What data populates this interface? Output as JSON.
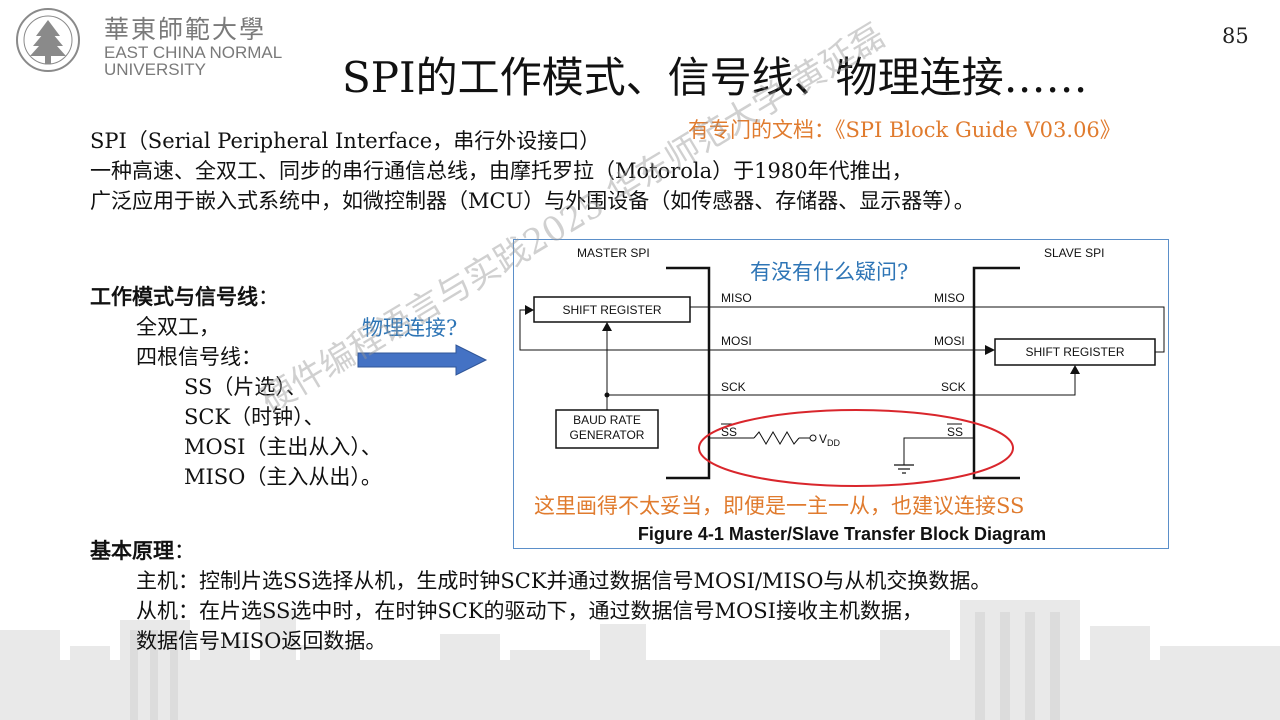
{
  "header": {
    "logo_cn": "華東師範大學",
    "logo_en_line1": "EAST CHINA NORMAL",
    "logo_en_line2": "UNIVERSITY",
    "page_number": "85"
  },
  "title": "SPI的工作模式、信号线、物理连接……",
  "doc_note": "有专门的文档：《SPI Block Guide V03.06》",
  "intro": [
    "SPI（Serial Peripheral Interface，串行外设接口）",
    "一种高速、全双工、同步的串行通信总线，由摩托罗拉（Motorola）于1980年代推出，",
    "广泛应用于嵌入式系统中，如微控制器（MCU）与外围设备（如传感器、存储器、显示器等）。"
  ],
  "modes": {
    "heading": "工作模式与信号线",
    "heading_suffix": "：",
    "duplex": "全双工，",
    "four_lines": "四根信号线：",
    "signals": [
      "SS（片选）、",
      "SCK（时钟）、",
      "MOSI（主出从入）、",
      "MISO（主入从出）。"
    ]
  },
  "physical": {
    "label": "物理连接?"
  },
  "diagram": {
    "master_label": "MASTER SPI",
    "slave_label": "SLAVE SPI",
    "master_shift": "SHIFT REGISTER",
    "slave_shift": "SHIFT REGISTER",
    "baud_line1": "BAUD RATE",
    "baud_line2": "GENERATOR",
    "miso": "MISO",
    "mosi": "MOSI",
    "sck": "SCK",
    "ss": "SS",
    "vdd": "V",
    "vdd_sub": "DD",
    "caption": "Figure 4-1  Master/Slave Transfer Block Diagram"
  },
  "question": "有没有什么疑问?",
  "improper_note": "这里画得不太妥当，即便是一主一从，也建议连接SS",
  "principle": {
    "heading": "基本原理",
    "heading_suffix": "：",
    "master": "主机：控制片选SS选择从机，生成时钟SCK并通过数据信号MOSI/MISO与从机交换数据。",
    "slave1": "从机：在片选SS选中时，在时钟SCK的驱动下，通过数据信号MOSI接收主机数据，",
    "slave2": "数据信号MISO返回数据。"
  },
  "watermark": "硬件编程语言与实践2025 华东师范大学 黄延磊",
  "colors": {
    "accent_orange": "#e07b2e",
    "accent_blue": "#2e75b6",
    "ellipse_red": "#d9262c"
  }
}
